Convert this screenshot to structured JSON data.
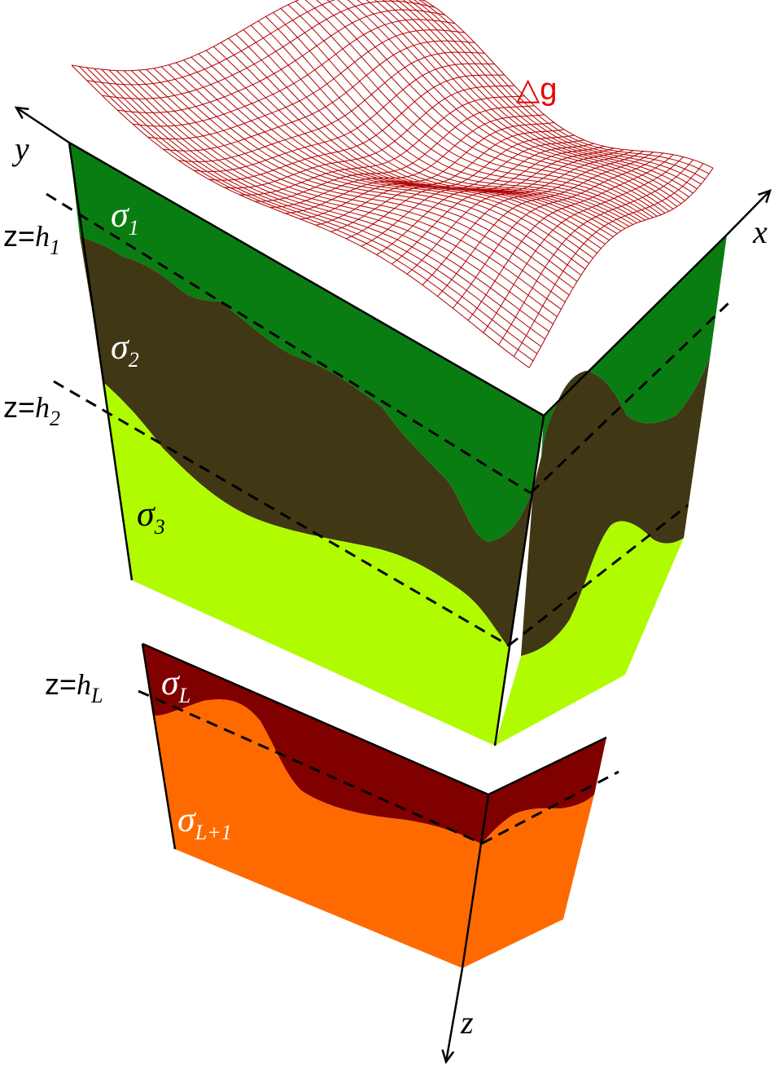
{
  "axes": {
    "x": "x",
    "y": "y",
    "z": "z"
  },
  "anomaly": {
    "label": "△g",
    "color": "#e60000"
  },
  "depths": [
    {
      "prefix": "z=",
      "sym": "h",
      "sub": "1"
    },
    {
      "prefix": "z=",
      "sym": "h",
      "sub": "2"
    },
    {
      "prefix": "z=",
      "sym": "h",
      "sub": "L"
    }
  ],
  "layers": [
    {
      "sym": "σ",
      "sub": "1",
      "color": "#0a7d12"
    },
    {
      "sym": "σ",
      "sub": "2",
      "color": "#403715"
    },
    {
      "sym": "σ",
      "sub": "3",
      "color": "#b1fb00"
    },
    {
      "sym": "σ",
      "sub": "L",
      "color": "#800000"
    },
    {
      "sym": "σ",
      "sub": "L+1",
      "color": "#ff6a00"
    }
  ]
}
